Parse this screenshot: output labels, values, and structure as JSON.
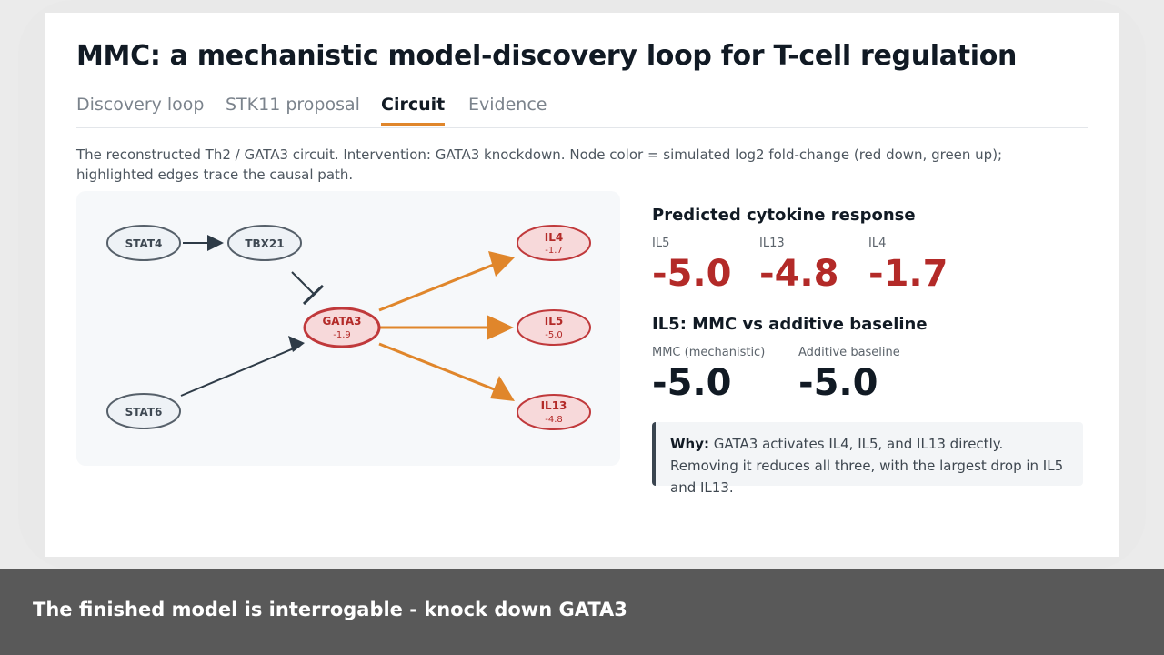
{
  "title": "MMC: a mechanistic model-discovery loop for T-cell regulation",
  "tabs": [
    {
      "label": "Discovery loop",
      "active": false
    },
    {
      "label": "STK11 proposal",
      "active": false
    },
    {
      "label": "Circuit",
      "active": true
    },
    {
      "label": "Evidence",
      "active": false
    }
  ],
  "description": "The reconstructed Th2 / GATA3 circuit. Intervention: GATA3 knockdown. Node color = simulated log2 fold-change (red down, green up); highlighted edges trace the causal path.",
  "circuit": {
    "nodes": [
      {
        "id": "STAT4",
        "label": "STAT4",
        "value": ""
      },
      {
        "id": "TBX21",
        "label": "TBX21",
        "value": ""
      },
      {
        "id": "GATA3",
        "label": "GATA3",
        "value": "-1.9"
      },
      {
        "id": "STAT6",
        "label": "STAT6",
        "value": ""
      },
      {
        "id": "IL4",
        "label": "IL4",
        "value": "-1.7"
      },
      {
        "id": "IL5",
        "label": "IL5",
        "value": "-5.0"
      },
      {
        "id": "IL13",
        "label": "IL13",
        "value": "-4.8"
      }
    ],
    "edges": [
      {
        "from": "STAT4",
        "to": "TBX21",
        "type": "activates",
        "highlighted": false
      },
      {
        "from": "TBX21",
        "to": "GATA3",
        "type": "inhibits",
        "highlighted": false
      },
      {
        "from": "STAT6",
        "to": "GATA3",
        "type": "activates",
        "highlighted": false
      },
      {
        "from": "GATA3",
        "to": "IL4",
        "type": "activates",
        "highlighted": true
      },
      {
        "from": "GATA3",
        "to": "IL5",
        "type": "activates",
        "highlighted": true
      },
      {
        "from": "GATA3",
        "to": "IL13",
        "type": "activates",
        "highlighted": true
      }
    ],
    "colors": {
      "neutral_fill": "#eef2f6",
      "neutral_stroke": "#56606a",
      "down_fill": "#f7d9da",
      "down_stroke": "#c0393b",
      "edge": "#2e3b47",
      "highlight_edge": "#e0862b"
    }
  },
  "predicted": {
    "title": "Predicted cytokine response",
    "items": [
      {
        "label": "IL5",
        "value": "-5.0"
      },
      {
        "label": "IL13",
        "value": "-4.8"
      },
      {
        "label": "IL4",
        "value": "-1.7"
      }
    ]
  },
  "comparison": {
    "title": "IL5: MMC vs additive baseline",
    "items": [
      {
        "label": "MMC (mechanistic)",
        "value": "-5.0"
      },
      {
        "label": "Additive baseline",
        "value": "-5.0"
      }
    ]
  },
  "why": {
    "label": "Why:",
    "text": "GATA3 activates IL4, IL5, and IL13 directly. Removing it reduces all three, with the largest drop in IL5 and IL13."
  },
  "caption": "The finished model is interrogable - knock down GATA3"
}
